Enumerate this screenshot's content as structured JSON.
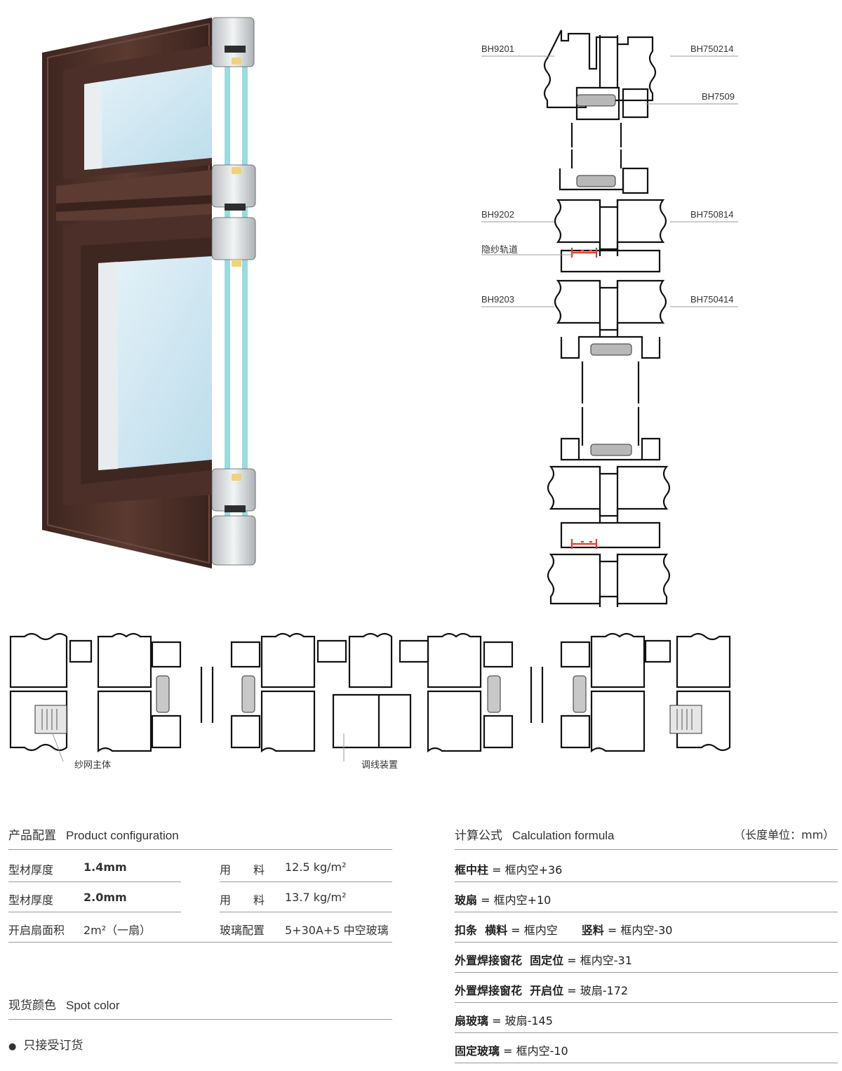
{
  "profile_labels": {
    "bh9201": "BH9201",
    "bh750214": "BH750214",
    "bh7509": "BH7509",
    "bh9202": "BH9202",
    "bh750814": "BH750814",
    "hidden_screen_track": "隐纱轨道",
    "bh9203": "BH9203",
    "bh750414": "BH750414",
    "screen_body": "纱网主体",
    "adjust_device": "调线装置"
  },
  "product_config": {
    "title_cn": "产品配置",
    "title_en": "Product configuration",
    "rows": [
      {
        "k1": "型材厚度",
        "v1": "1.4mm",
        "k2": "用　　料",
        "v2": "12.5 kg/m²"
      },
      {
        "k1": "型材厚度",
        "v1": "2.0mm",
        "k2": "用　　料",
        "v2": "13.7 kg/m²"
      },
      {
        "k1": "开启扇面积",
        "v1": "2m²（一扇）",
        "k2": "玻璃配置",
        "v2": "5+30A+5 中空玻璃"
      }
    ]
  },
  "spot_color": {
    "title_cn": "现货颜色",
    "title_en": "Spot color",
    "bullet": "●",
    "note": "只接受订货"
  },
  "formula": {
    "title_cn": "计算公式",
    "title_en": "Calculation formula",
    "unit": "（长度单位：mm）",
    "rows": [
      {
        "b1": "框中柱",
        "t1": " = 框内空+36",
        "b2": "",
        "t2": ""
      },
      {
        "b1": "玻扇",
        "t1": " = 框内空+10",
        "b2": "",
        "t2": ""
      },
      {
        "b1": "扣条  横料",
        "t1": " = 框内空",
        "b2": "竖料",
        "t2": " = 框内空-30"
      },
      {
        "b1": "外置焊接窗花  固定位",
        "t1": " = 框内空-31",
        "b2": "",
        "t2": ""
      },
      {
        "b1": "外置焊接窗花  开启位",
        "t1": " = 玻扇-172",
        "b2": "",
        "t2": ""
      },
      {
        "b1": "扇玻璃",
        "t1": " = 玻扇-145",
        "b2": "",
        "t2": ""
      },
      {
        "b1": "固定玻璃",
        "t1": " = 框内空-10",
        "b2": "",
        "t2": ""
      }
    ]
  },
  "colors": {
    "frame_brown": "#4a2e27",
    "aluminium": "#d8dcde",
    "glass": "#cfe8f3",
    "outline": "#111111",
    "accent_red": "#e63a2e",
    "rule": "#9a9a9a"
  }
}
